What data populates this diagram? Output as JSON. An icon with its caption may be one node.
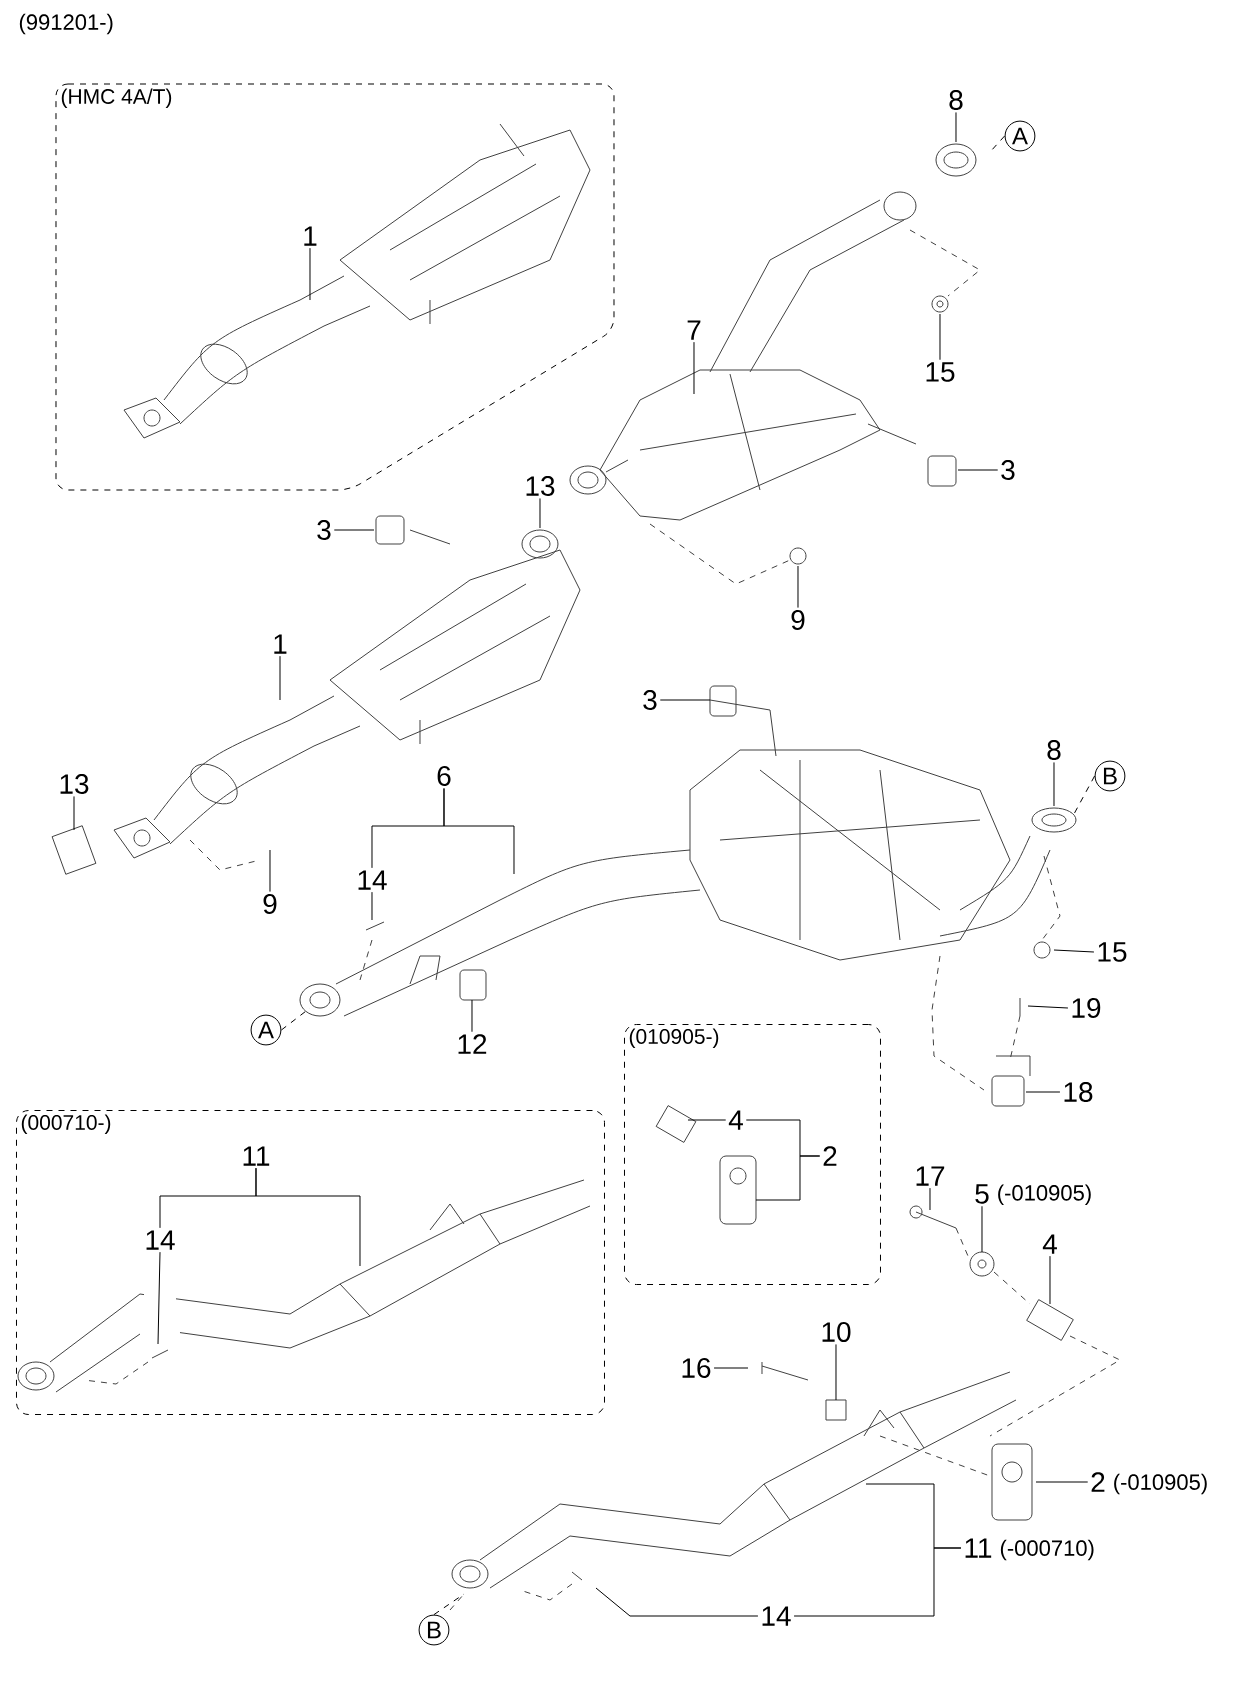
{
  "diagram": {
    "nodes": [
      {
        "text": [
          "(HMC 4A/T)"
        ]
      },
      {
        "text": [
          "1"
        ],
        "in": 0
      },
      {
        "text": [
          "8"
        ]
      },
      {
        "text": [
          "A"
        ]
      },
      {
        "text": [
          "15"
        ]
      },
      {
        "text": [
          "7"
        ]
      },
      {
        "text": [
          "3"
        ]
      },
      {
        "text": [
          "13"
        ]
      },
      {
        "text": [
          "3"
        ]
      },
      {
        "text": [
          "9"
        ]
      },
      {
        "text": [
          "1"
        ]
      },
      {
        "text": [
          "3"
        ]
      },
      {
        "text": [
          "8"
        ]
      },
      {
        "text": [
          "B"
        ]
      },
      {
        "text": [
          "13"
        ]
      },
      {
        "text": [
          "6"
        ]
      },
      {
        "text": [
          "14"
        ]
      },
      {
        "text": [
          "9"
        ]
      },
      {
        "text": [
          "15"
        ]
      },
      {
        "text": [
          "19"
        ]
      },
      {
        "text": [
          "A"
        ]
      },
      {
        "text": [
          "12"
        ]
      },
      {
        "text": [
          "18"
        ]
      },
      {
        "text": [
          "(010905-)"
        ]
      },
      {
        "text": [
          "4"
        ],
        "in": 23
      },
      {
        "text": [
          "2"
        ],
        "in": 23
      },
      {
        "text": [
          "17"
        ]
      },
      {
        "text": [
          "5"
        ],
        "beside": [
          "(-010905)"
        ]
      },
      {
        "text": [
          "4"
        ]
      },
      {
        "text": [
          "(000710-)"
        ]
      },
      {
        "text": [
          "11"
        ],
        "in": 29
      },
      {
        "text": [
          "14"
        ],
        "in": 29
      },
      {
        "text": [
          "16"
        ]
      },
      {
        "text": [
          "10"
        ]
      },
      {
        "text": [
          "2"
        ],
        "beside": [
          "(-010905)"
        ]
      },
      {
        "text": [
          "11"
        ],
        "beside": [
          "(-000710)"
        ]
      },
      {
        "text": [
          "14"
        ]
      },
      {
        "text": [
          "B"
        ]
      }
    ],
    "edges": [
      {
        "from": 1,
        "to": null,
        "arrow": "none"
      },
      {
        "from": 2,
        "to": null,
        "arrow": "none"
      },
      {
        "from": 3,
        "to": null,
        "arrow": "none",
        "style": "dashed"
      },
      {
        "from": 4,
        "to": null,
        "arrow": "none"
      },
      {
        "from": 5,
        "to": null,
        "arrow": "none"
      },
      {
        "from": 6,
        "to": null,
        "arrow": "none"
      },
      {
        "from": 7,
        "to": null,
        "arrow": "none"
      },
      {
        "from": 8,
        "to": null,
        "arrow": "none"
      },
      {
        "from": 9,
        "to": null,
        "arrow": "none"
      },
      {
        "from": 10,
        "to": null,
        "arrow": "none"
      },
      {
        "from": 11,
        "to": null,
        "arrow": "none"
      },
      {
        "from": 12,
        "to": null,
        "arrow": "none"
      },
      {
        "from": 13,
        "to": null,
        "arrow": "none",
        "style": "dashed"
      },
      {
        "from": 14,
        "to": null,
        "arrow": "none"
      },
      {
        "from": 15,
        "to": 16,
        "arrow": "none"
      },
      {
        "from": 15,
        "to": null,
        "arrow": "none"
      },
      {
        "from": 16,
        "to": null,
        "arrow": "none"
      },
      {
        "from": 17,
        "to": null,
        "arrow": "none"
      },
      {
        "from": 18,
        "to": null,
        "arrow": "none"
      },
      {
        "from": 19,
        "to": null,
        "arrow": "none"
      },
      {
        "from": 20,
        "to": null,
        "arrow": "none",
        "style": "dashed"
      },
      {
        "from": 21,
        "to": null,
        "arrow": "none"
      },
      {
        "from": 22,
        "to": null,
        "arrow": "none"
      },
      {
        "from": 24,
        "to": null,
        "arrow": "none"
      },
      {
        "from": 25,
        "to": 24,
        "arrow": "none"
      },
      {
        "from": 25,
        "to": null,
        "arrow": "none"
      },
      {
        "from": 26,
        "to": null,
        "arrow": "none"
      },
      {
        "from": 27,
        "to": null,
        "arrow": "none"
      },
      {
        "from": 28,
        "to": null,
        "arrow": "none"
      },
      {
        "from": 30,
        "to": 31,
        "arrow": "none"
      },
      {
        "from": 30,
        "to": null,
        "arrow": "none"
      },
      {
        "from": 31,
        "to": null,
        "arrow": "none"
      },
      {
        "from": 32,
        "to": null,
        "arrow": "none"
      },
      {
        "from": 33,
        "to": null,
        "arrow": "none"
      },
      {
        "from": 34,
        "to": null,
        "arrow": "none"
      },
      {
        "from": 35,
        "to": null,
        "arrow": "none"
      },
      {
        "from": 35,
        "to": 36,
        "arrow": "none"
      },
      {
        "from": 36,
        "to": null,
        "arrow": "none"
      },
      {
        "from": 37,
        "to": null,
        "arrow": "none",
        "style": "dashed"
      }
    ],
    "labels": [
      "(991201-)"
    ]
  }
}
